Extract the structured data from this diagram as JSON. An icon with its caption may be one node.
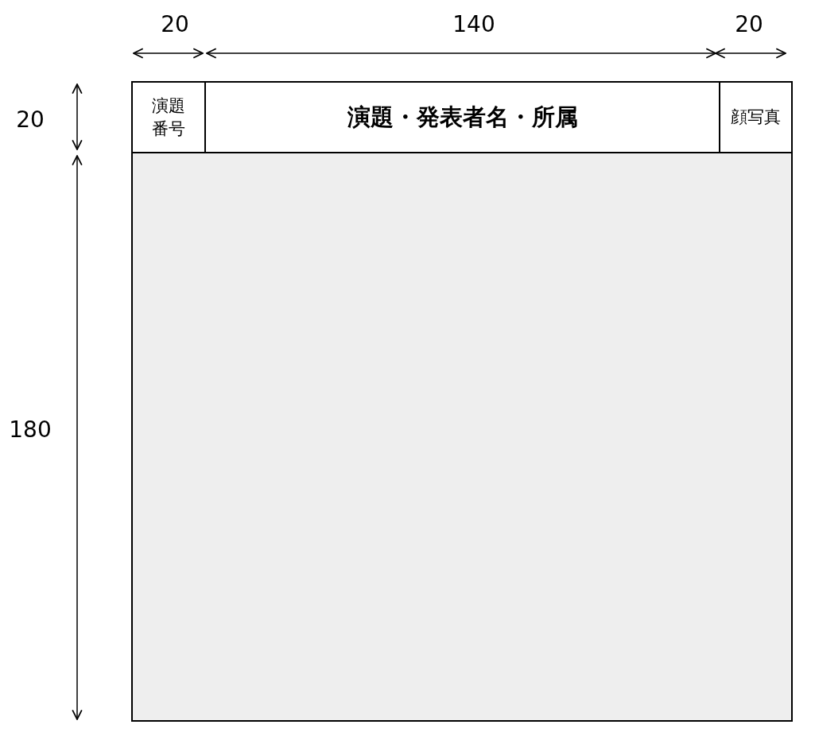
{
  "diagram": {
    "nodes": [
      {
        "text": [
          "演題番号"
        ]
      },
      {
        "text": [
          "演題・発表者名・所属"
        ]
      },
      {
        "text": [
          "顔写真"
        ]
      },
      {
        "text": [],
        "shape": "box"
      }
    ],
    "labels": [
      "20",
      "140",
      "20",
      "20",
      "180"
    ]
  }
}
